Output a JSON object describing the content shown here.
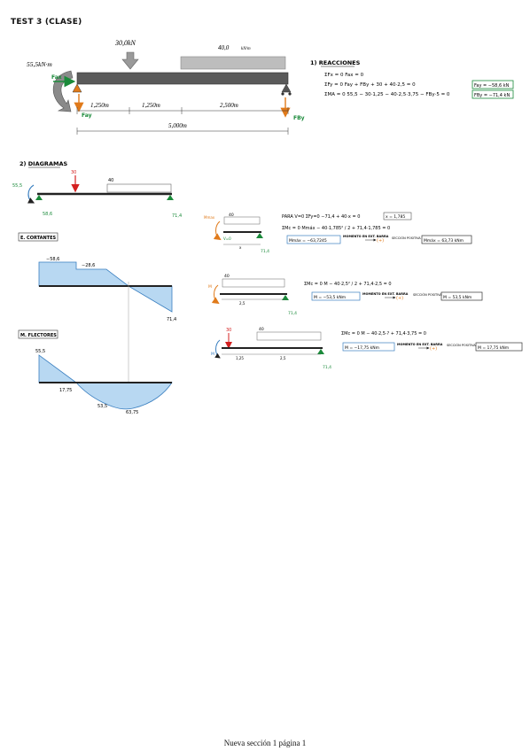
{
  "document": {
    "title": "TEST 3 (CLASE)",
    "footer": "Nueva sección 1 página 1"
  },
  "beam": {
    "point_load": "30,0kN",
    "dist_load": "40,0",
    "dist_load_unit": "kN/m",
    "moment": "55,5kN·m",
    "span_1": "1,250m",
    "span_2": "1,250m",
    "span_3": "2,500m",
    "total_length": "5,000m",
    "reaction_a_horizontal": "Fax",
    "reaction_a_vertical": "Fay",
    "reaction_b_vertical": "FBy"
  },
  "reactions": {
    "heading": "1) REACCIONES",
    "eq_fx": "ΣFx = 0    Fax = 0",
    "eq_fy": "ΣFy = 0    Fay + FBy + 30 + 40·2,5 = 0",
    "eq_ma": "ΣMA = 0    55,5 − 30·1,25 − 40·2,5·3,75 − FBy·5 = 0",
    "result_fay": "Fay = −58,6 kN",
    "result_fby": "FBy = −71,4 kN"
  },
  "diagrams": {
    "heading": "2) DIAGRAMAS",
    "fbd_moment": "55,5",
    "fbd_force": "30",
    "fbd_dist": "40",
    "fbd_left_reaction": "58,6",
    "fbd_right_reaction": "71,4",
    "shear_label": "E. CORTANTES",
    "shear_v1": "−58,6",
    "shear_v2": "−28,6",
    "shear_v3": "71,4",
    "moment_label": "M. FLECTORES",
    "moment_m1": "55,5",
    "moment_m2": "17,75",
    "moment_m3": "53,5",
    "moment_m4": "63,75"
  },
  "section_1": {
    "dist": "40",
    "mmax": "Mmax",
    "eq_v": "PARA V=0  ΣFy=0     −71,4 + 40·x = 0",
    "x_result": "x = 1,785",
    "eq_m": "ΣMc = 0     Mmáx − 40·1,785² / 2 + 71,4·1,785 = 0",
    "label_v0": "V=0",
    "label_x": "x",
    "reaction": "71,4",
    "result": "Mmáx = −63,7245",
    "note": "MOMENTO EN EXT. BARRA",
    "arrow_sign": "(+)",
    "sign_note": "SECCIÓN POSITIVA",
    "final": "Mmáx = 63,73 kNm"
  },
  "section_2": {
    "dist": "40",
    "moment_sym": "M",
    "dim": "2,5",
    "reaction": "71,4",
    "eq": "ΣMc = 0     M − 40·2,5² / 2 + 71,4·2,5 = 0",
    "result": "M = −53,5 kNm",
    "note": "MOMENTO EN EXT. BARRA",
    "arrow_sign": "(+)",
    "sign_note": "SECCIÓN POSITIVA",
    "final": "M = 53,5 kNm"
  },
  "section_3": {
    "force": "30",
    "dist": "40",
    "moment_sym": "M",
    "dim_1": "1,25",
    "dim_2": "2,5",
    "reaction": "71,4",
    "eq": "ΣMc = 0     M − 40·2,5·? + 71,4·3,75 = 0",
    "result": "M = −17,75 kNm",
    "note": "MOMENTO EN EXT. BARRA",
    "arrow_sign": "(+)",
    "sign_note": "SECCIÓN POSITIVA",
    "final": "M = 17,75 kNm"
  },
  "colors": {
    "beam": "#444444",
    "green": "#1a8a3a",
    "orange": "#e07a1a",
    "red": "#d42020",
    "fill_blue": "#b8d8f2",
    "stroke_blue": "#3a7fc0",
    "load_gray": "#9a9a9a"
  }
}
